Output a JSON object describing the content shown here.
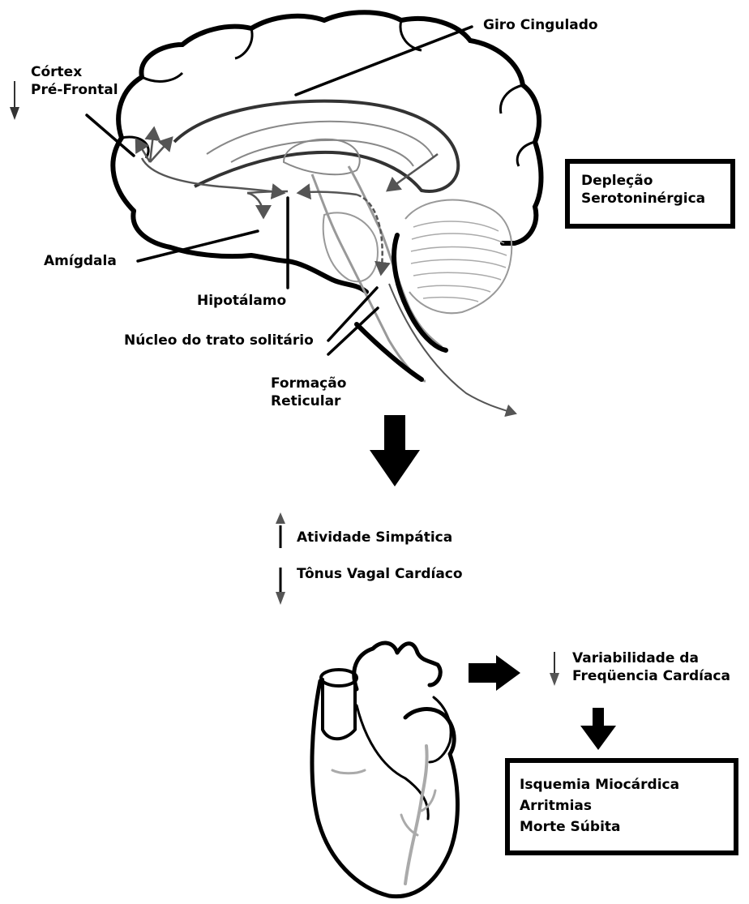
{
  "labels": {
    "cortex_line1": "Córtex",
    "cortex_line2": "Pré-Frontal",
    "giro": "Giro Cingulado",
    "amigdala": "Amígdala",
    "hipotalamo": "Hipotálamo",
    "nucleo": "Núcleo do trato solitário",
    "formacao_line1": "Formação",
    "formacao_line2": "Reticular",
    "atividade": "Atividade Simpática",
    "tonus": "Tônus Vagal Cardíaco",
    "variabilidade_line1": "Variabilidade da",
    "variabilidade_line2": "Freqüencia Cardíaca"
  },
  "boxes": {
    "deplecao": {
      "line1": "Depleção",
      "line2": "Serotoninérgica"
    },
    "outcomes": [
      "Isquemia Miocárdica",
      "Arritmias",
      "Morte Súbita"
    ]
  },
  "indicators": {
    "cortex": "down",
    "atividade": "up",
    "tonus": "down",
    "variabilidade": "down"
  },
  "colors": {
    "ink": "#000000",
    "gray_arrow": "#555555",
    "light_line": "#9a9a9a"
  }
}
